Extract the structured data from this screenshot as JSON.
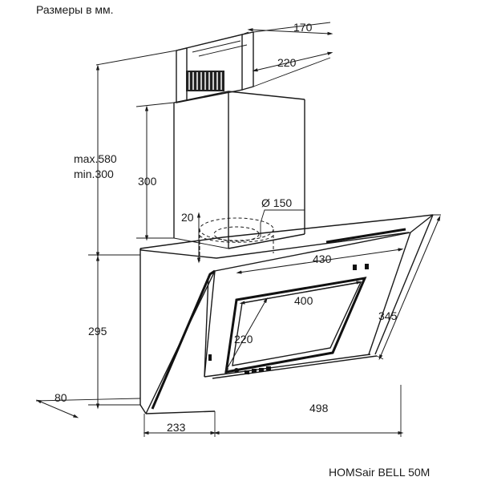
{
  "header": {
    "units_note": "Размеры в мм."
  },
  "footer": {
    "model_name": "HOMSair BELL 50M"
  },
  "dimensions": {
    "chimney_depth": "170",
    "chimney_width": "220",
    "chimney_max": "max.580",
    "chimney_min": "min.300",
    "chimney_cover": "300",
    "duct_diameter": "Ø 150",
    "duct_offset": "20",
    "top_width": "430",
    "filter_width": "400",
    "filter_height": "220",
    "body_depth": "345",
    "body_height": "295",
    "base_depth": "80",
    "side_depth": "233",
    "total_width": "498"
  }
}
